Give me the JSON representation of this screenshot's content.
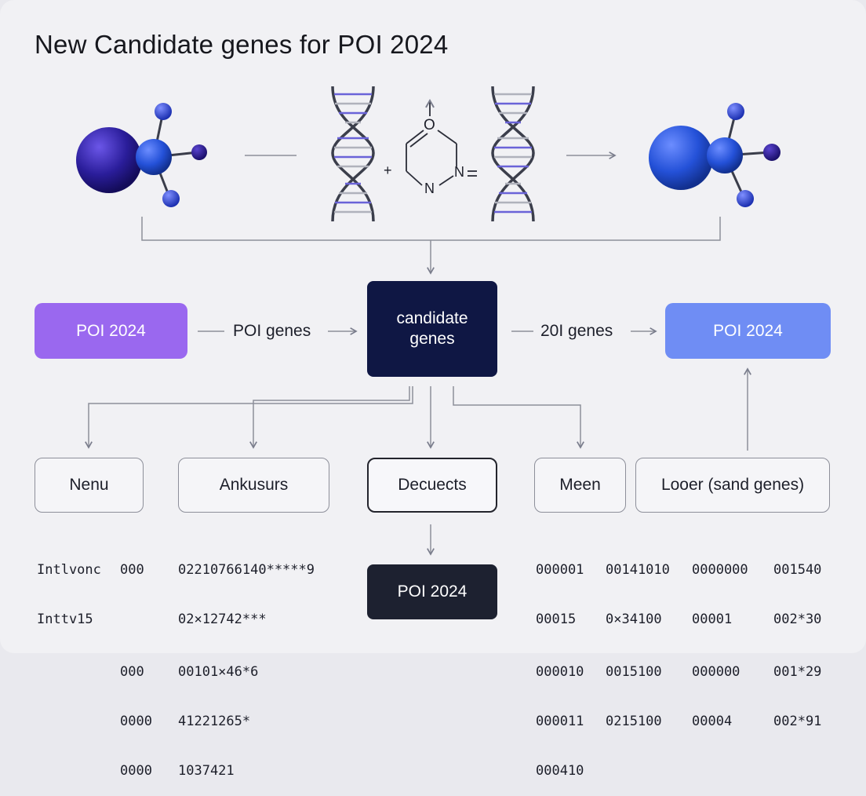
{
  "title": "New Candidate genes for POI 2024",
  "top_row": {
    "plus": "+",
    "ring_atoms": {
      "o": "O",
      "n1": "N",
      "n2": "N"
    }
  },
  "flow": {
    "left_box": "POI 2024",
    "left_label": "POI genes",
    "center_box": "candidate genes",
    "right_label": "20I genes",
    "right_box": "POI 2024"
  },
  "categories": {
    "c1": "Nenu",
    "c2": "Ankusurs",
    "c3": "Decuects",
    "c4": "Meen",
    "c5": "Looer (sand genes)"
  },
  "bottom_box": "POI 2024",
  "data_columns": {
    "col_a": [
      "Intlvonc",
      "Inttv15"
    ],
    "col_b": [
      "000",
      "",
      "000",
      "0000",
      "0000"
    ],
    "col_c": [
      "02210766140*****9",
      "02×12742***",
      "00101×46*6",
      "41221265*",
      "1037421"
    ],
    "col_d": [
      "000001",
      "00015",
      "000010",
      "000011",
      "000410"
    ],
    "col_e": [
      "00141010",
      "0×34100",
      "0015100",
      "0215100"
    ],
    "col_f": [
      "0000000",
      "00001",
      "000000",
      "00004"
    ],
    "col_g": [
      "001540",
      "002*30",
      "001*29",
      "002*91"
    ]
  },
  "colors": {
    "purple": "#9a68ef",
    "blue": "#6f8df4",
    "navy": "#0f1744",
    "dark": "#1d2130",
    "molecule_dark": "#2a1d8f",
    "molecule_blue": "#2451d8"
  }
}
